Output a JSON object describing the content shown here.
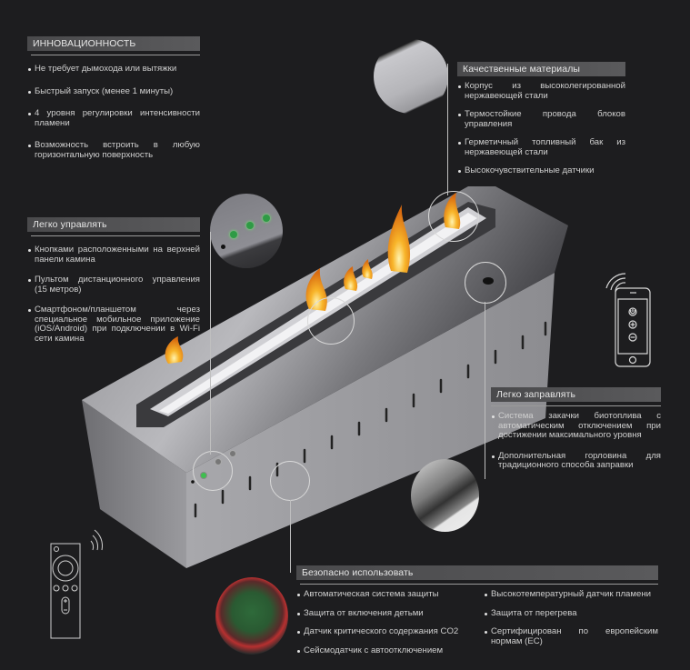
{
  "sections": {
    "innovation": {
      "title": "ИННОВАЦИОННОСТЬ",
      "items": [
        "Не требует дымохода или вытяжки",
        "Быстрый запуск (менее 1 минуты)",
        "4 уровня регулировки интенсивности пламени",
        "Возможность встроить в любую горизонтальную поверхность"
      ]
    },
    "easy_control": {
      "title": "Легко управлять",
      "items": [
        "Кнопками расположенными на верхней панели камина",
        "Пультом дистанционного управления (15 метров)",
        "Смартфоном/планшетом через специальное мобильное приложение (iOS/Android) при подключении в Wi-Fi сети камина"
      ]
    },
    "materials": {
      "title": "Качественные материалы",
      "items": [
        "Корпус из высоколегированной нержавеющей стали",
        "Термостойкие провода блоков управления",
        "Герметичный топливный бак из нержавеющей стали",
        "Высокочувствительные датчики"
      ]
    },
    "easy_refuel": {
      "title": "Легко заправлять",
      "items": [
        "Система закачки биотоплива с автоматическим отключением при достижении максимального уровня",
        "Дополнительная горловина для традиционного способа заправки"
      ]
    },
    "safety": {
      "title": "Безопасно использовать",
      "left_items": [
        "Автоматическая система защиты",
        "Защита от включения детьми",
        "Датчик критического содержания CO2",
        "Сейсмодатчик с автоотключением"
      ],
      "right_items": [
        "Высокотемпературный датчик пламени",
        "Защита от перегрева",
        "Сертифицирован по европейским нормам (EC)"
      ]
    }
  },
  "icons": {
    "phone": "smartphone-wifi-icon",
    "remote": "remote-control-wifi-icon"
  },
  "colors": {
    "background": "#1d1d1f",
    "header_bar": "#555557",
    "text": "#cfcfcf",
    "flame": "#f5a623",
    "button_green": "#3fbf4f"
  }
}
